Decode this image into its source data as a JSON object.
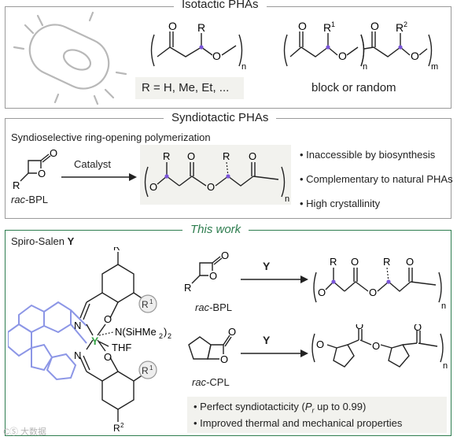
{
  "panel1": {
    "title": "Isotactic PHAs",
    "rgroup_text": "R = H, Me, Et, ...",
    "copolymer_caption": "block or random",
    "labels": {
      "R": "R",
      "R1": "R",
      "sup1": "1",
      "R2": "R",
      "sup2": "2",
      "sub_n": "n",
      "sub_m": "m",
      "O": "O"
    }
  },
  "panel2": {
    "title": "Syndiotactic PHAs",
    "subtitle": "Syndioselective ring-opening polymerization",
    "catalyst_label": "Catalyst",
    "monomer_prefix": "rac",
    "monomer_suffix": "-BPL",
    "bullets": [
      "Inaccessible by biosynthesis",
      "Complementary to natural PHAs",
      "High crystallinity"
    ]
  },
  "panel3": {
    "title": "This work",
    "catalyst_name_prefix": "Spiro-Salen",
    "catalyst_name_bold": "Y",
    "metal": "Y",
    "ligands": [
      "N(SiHMe",
      "2",
      ")",
      "2",
      "THF"
    ],
    "arrow_label": "Y",
    "monomer1_prefix": "rac",
    "monomer1_suffix": "-BPL",
    "monomer2_prefix": "rac",
    "monomer2_suffix": "-CPL",
    "bullet1_prefix": "Perfect syndiotacticity (",
    "bullet1_P": "P",
    "bullet1_r": "r",
    "bullet1_suffix": " up to 0.99)",
    "bullet2": "Improved thermal and mechanical properties",
    "watermark": "CⓈ 大数据"
  },
  "colors": {
    "accent_green": "#2e7d4f",
    "purple": "#7a55d8",
    "blue_spiro": "#8c96e6",
    "metal_green": "#3aa64a",
    "gray_border": "#9a9a9a"
  }
}
